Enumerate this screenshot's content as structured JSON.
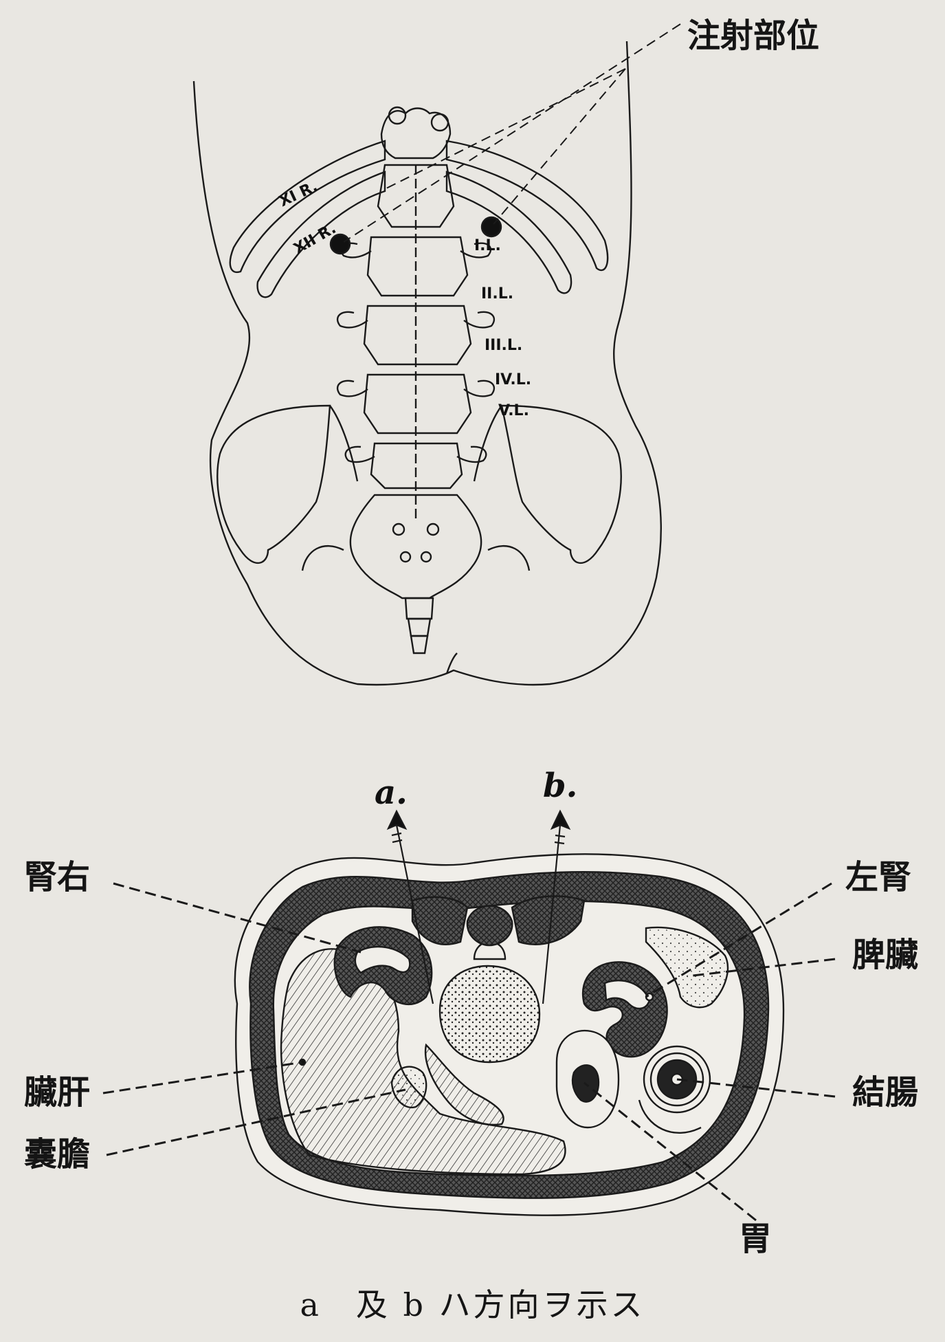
{
  "labels": {
    "injection_site": "注射部位",
    "right_kidney": "腎右",
    "left_kidney": "左腎",
    "spleen": "脾臟",
    "liver": "臟肝",
    "colon": "結腸",
    "gallbladder": "囊膽",
    "stomach": "胃"
  },
  "rib_labels": {
    "rib11": "XI R.",
    "rib12": "XII R."
  },
  "vertebra_labels": [
    "I.L.",
    "II.L.",
    "III.L.",
    "IV.L.",
    "V.L."
  ],
  "arrow_labels": {
    "a": "a.",
    "b": "b."
  },
  "caption": "a　及 b ハ方向ヲ示ス",
  "colors": {
    "paper": "#e9e7e2",
    "ink": "#151515"
  }
}
